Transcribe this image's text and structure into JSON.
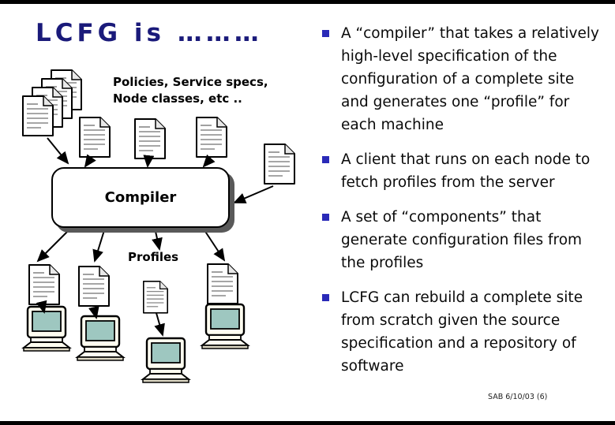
{
  "slide": {
    "title": "LCFG is ………",
    "footer": "SAB 6/10/03 (6)"
  },
  "diagram": {
    "inputs_label_line1": "Policies, Service specs,",
    "inputs_label_line2": "Node classes, etc ..",
    "compiler_label": "Compiler",
    "profiles_label": "Profiles",
    "icons": {
      "document": "document-icon",
      "computer": "computer-icon",
      "arrow": "arrow-icon"
    }
  },
  "bullets": [
    {
      "text": "A “compiler” that takes a relatively high-level specification of the configuration of a complete site and generates one “profile” for each machine"
    },
    {
      "text": "A client that runs on each node to fetch profiles from the server"
    },
    {
      "text": "A set of “components” that generate configuration files from the profiles"
    },
    {
      "text": "LCFG can rebuild a complete site from scratch given the source specification and a repository of software"
    }
  ],
  "colors": {
    "title": "#1a1a7a",
    "bullet_marker": "#2a2ab8",
    "screen_teal": "#9ec7c0",
    "box_shadow": "#595959"
  }
}
